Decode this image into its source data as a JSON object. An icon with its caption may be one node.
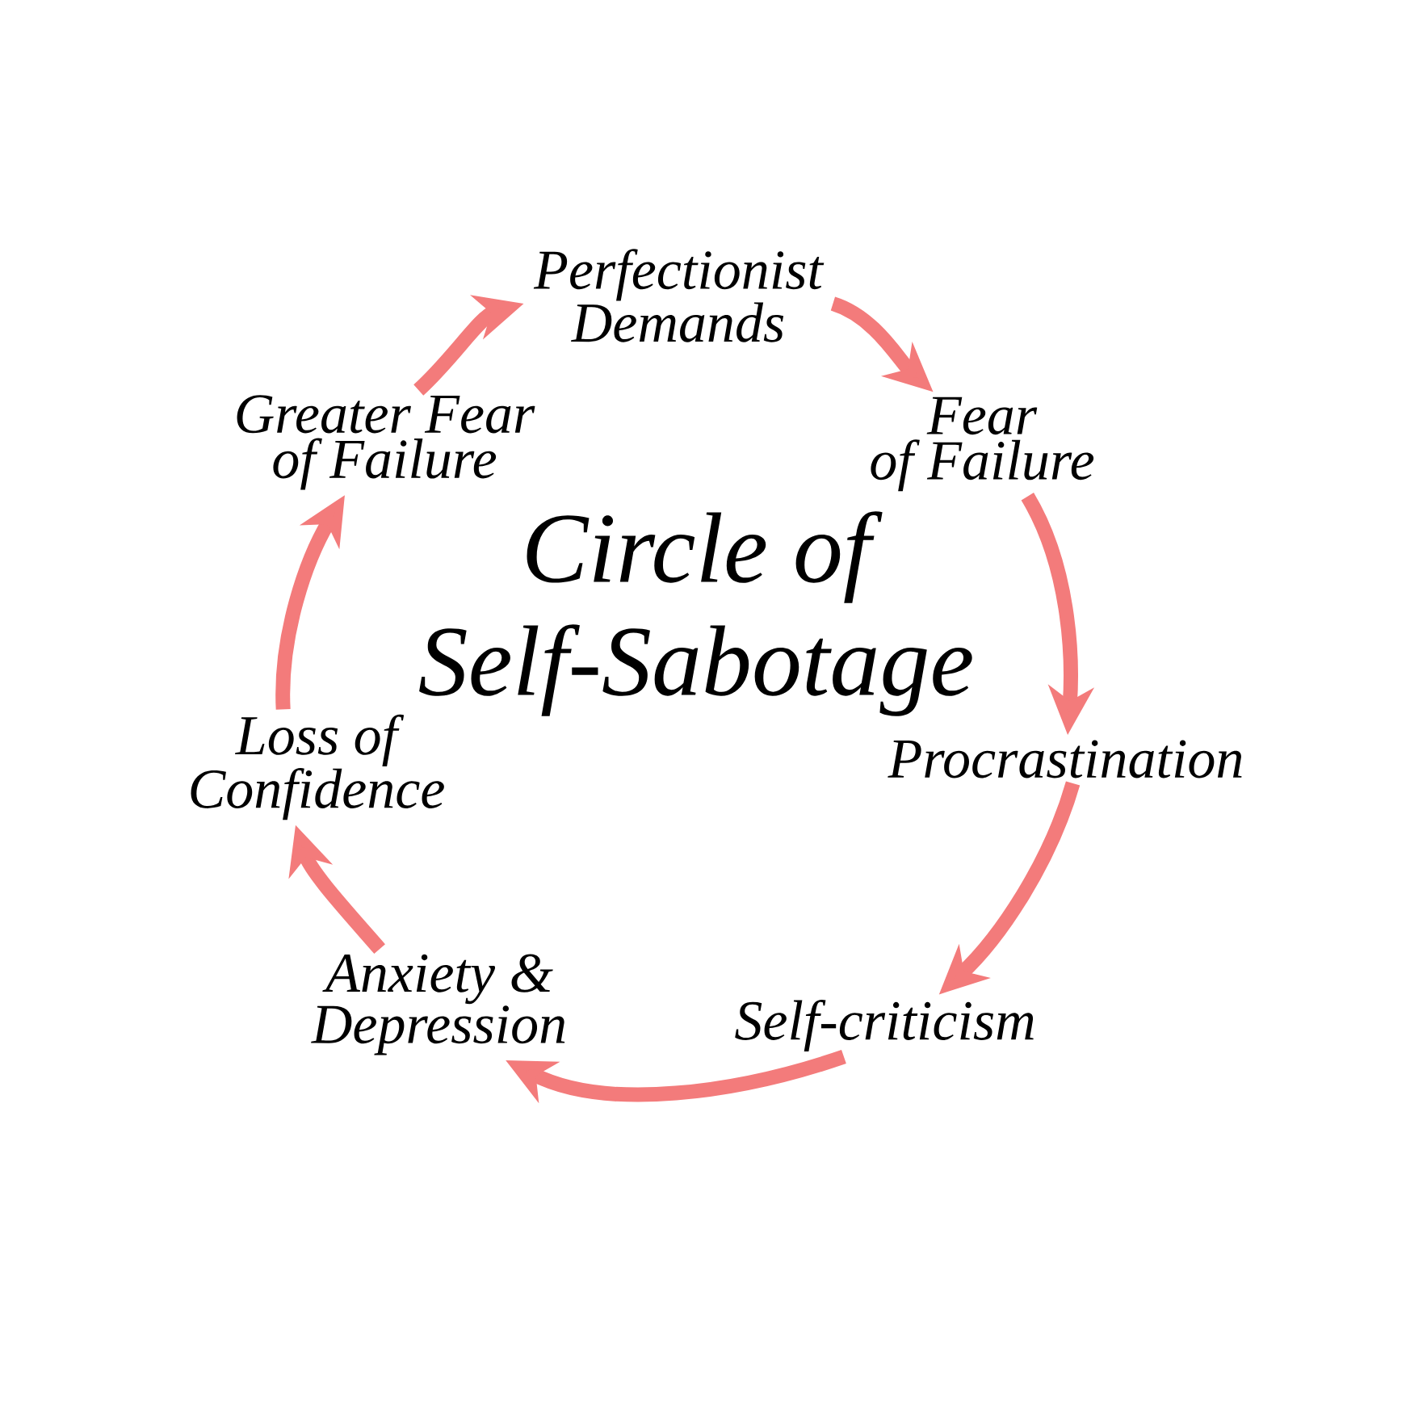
{
  "diagram": {
    "title": "Circle of Self-Sabotage",
    "nodes": [
      {
        "text": [
          "Perfectionist Demands"
        ]
      },
      {
        "text": [
          "Fear of Failure"
        ]
      },
      {
        "text": [
          "Procrastination"
        ]
      },
      {
        "text": [
          "Self-criticism"
        ]
      },
      {
        "text": [
          "Anxiety & Depression"
        ]
      },
      {
        "text": [
          "Loss of Confidence"
        ]
      },
      {
        "text": [
          "Greater Fear of Failure"
        ]
      }
    ],
    "edges": [
      {
        "from": 0,
        "to": 1,
        "arrow": "to"
      },
      {
        "from": 1,
        "to": 2,
        "arrow": "to"
      },
      {
        "from": 2,
        "to": 3,
        "arrow": "to"
      },
      {
        "from": 3,
        "to": 4,
        "arrow": "to"
      },
      {
        "from": 4,
        "to": 5,
        "arrow": "to"
      },
      {
        "from": 5,
        "to": 6,
        "arrow": "to"
      },
      {
        "from": 6,
        "to": 0,
        "arrow": "to"
      }
    ]
  }
}
